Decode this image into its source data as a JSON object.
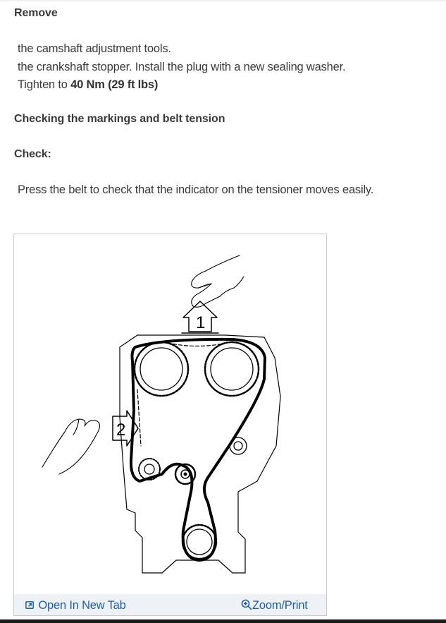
{
  "sections": {
    "remove_heading": "Remove",
    "remove_items": [
      "the camshaft adjustment tools.",
      "the crankshaft stopper. Install the plug with a new sealing washer."
    ],
    "tighten_prefix": "Tighten to ",
    "tighten_value": "40 Nm (29 ft lbs)",
    "checking_heading": "Checking the markings and belt tension",
    "check_heading": "Check:",
    "check_text": "Press the belt to check that the indicator on the tensioner moves easily."
  },
  "figure": {
    "label_1": "1",
    "label_2": "2",
    "open_tab_label": "Open In New Tab",
    "zoom_print_label": "Zoom/Print",
    "link_color": "#1f5fa8",
    "footer_bg": "#eef2f6"
  }
}
